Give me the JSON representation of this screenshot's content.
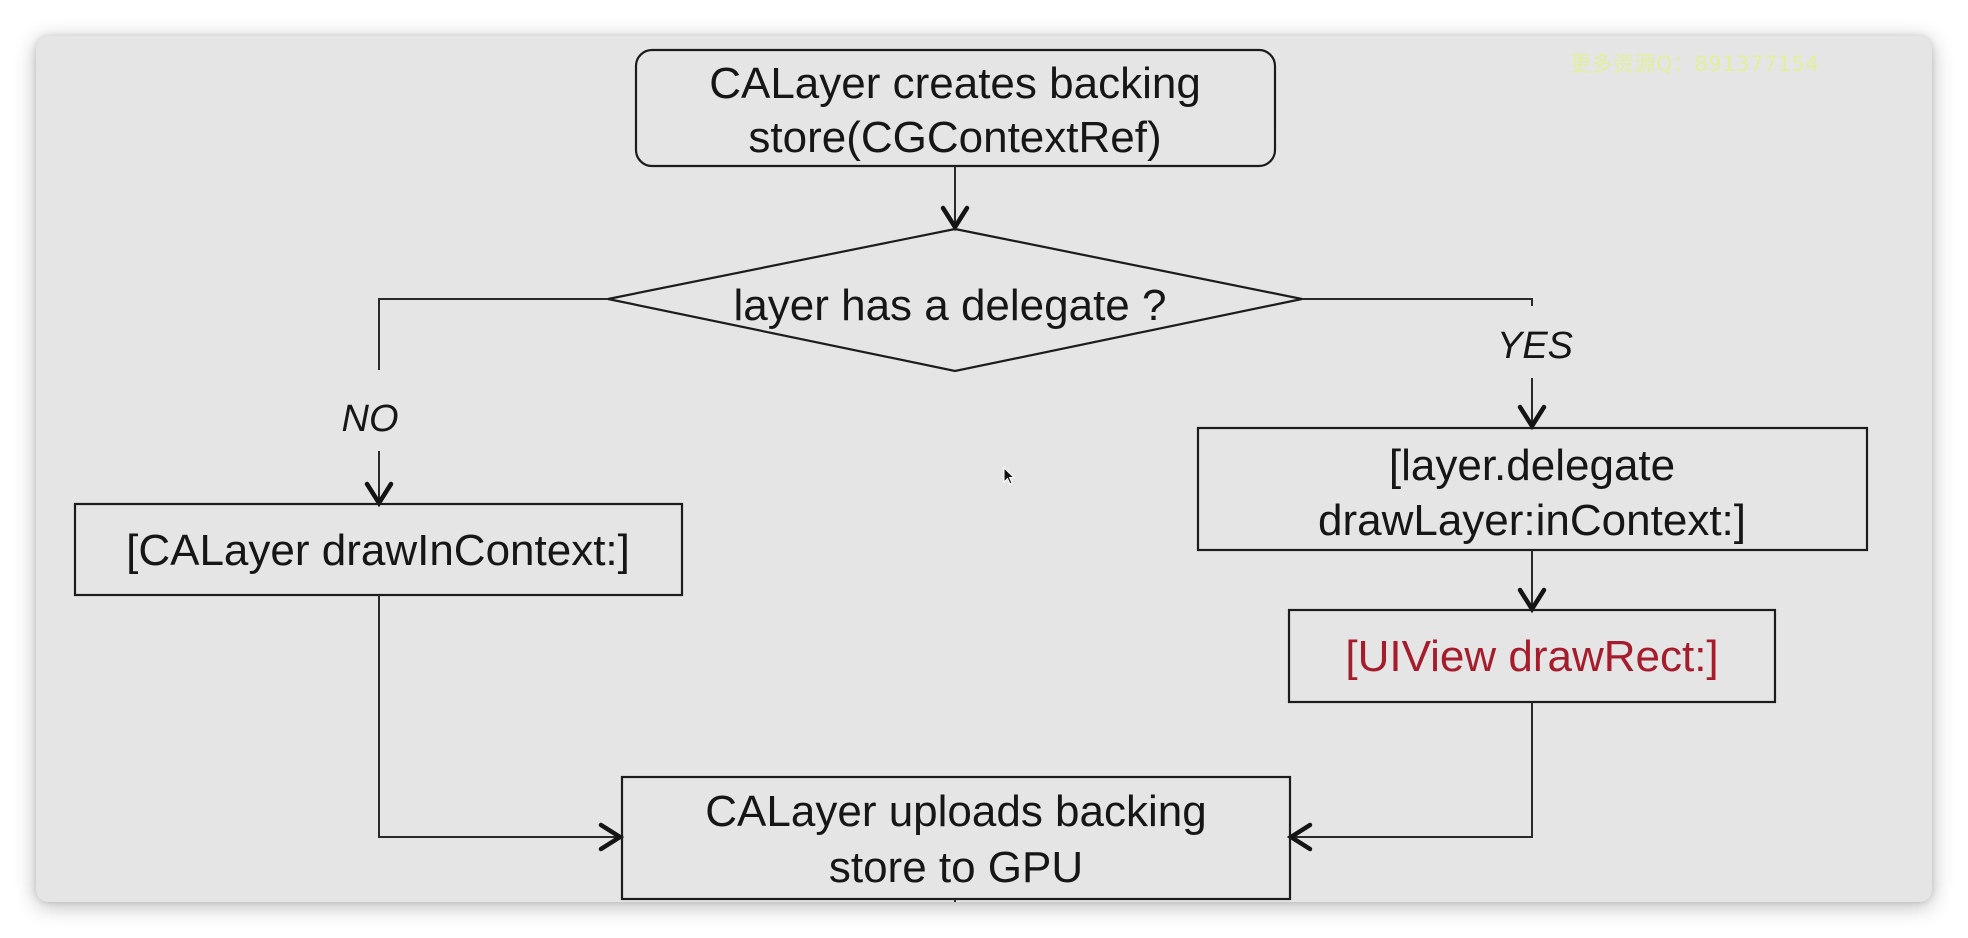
{
  "diagram": {
    "start_node": {
      "line1": "CALayer creates backing",
      "line2": "store(CGContextRef)"
    },
    "decision": {
      "text": "layer has a delegate ?",
      "no_label": "NO",
      "yes_label": "YES"
    },
    "no_branch_node": {
      "text": "[CALayer drawInContext:]"
    },
    "yes_branch_node": {
      "line1": "[layer.delegate",
      "line2": "drawLayer:inContext:]"
    },
    "uiview_node": {
      "text": "[UIView drawRect:]",
      "text_color": "#a51d2d"
    },
    "end_node": {
      "line1": "CALayer uploads backing",
      "line2": "store to GPU"
    }
  },
  "watermark": "更多资源Q：891377154",
  "colors": {
    "panel_background": "#e5e5e5",
    "stroke": "#1c1c1c",
    "highlight_text": "#a51d2d",
    "watermark": "#e3ee9c"
  }
}
